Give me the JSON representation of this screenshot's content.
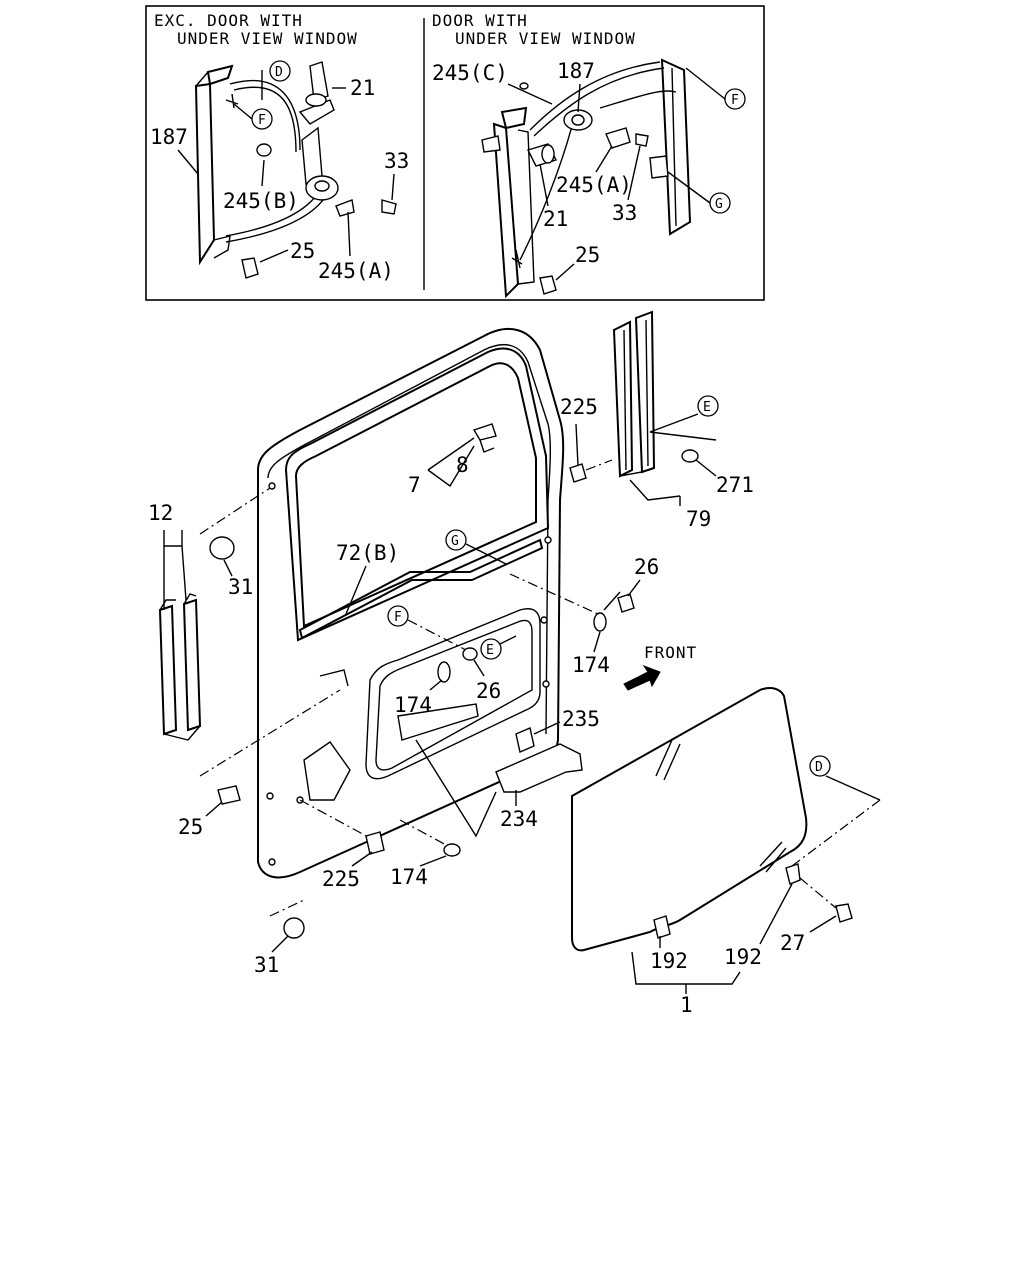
{
  "inset": {
    "left_caption_line1": "EXC. DOOR WITH",
    "left_caption_line2": "UNDER VIEW WINDOW",
    "right_caption_line1": "DOOR WITH",
    "right_caption_line2": "UNDER VIEW WINDOW"
  },
  "labels": {
    "p21": "21",
    "p187": "187",
    "p33": "33",
    "p245b": "245(B)",
    "p25": "25",
    "p245a": "245(A)",
    "p245c": "245(C)",
    "p1": "1",
    "p7": "7",
    "p8": "8",
    "p12": "12",
    "p26": "26",
    "p27": "27",
    "p31": "31",
    "p72b": "72(B)",
    "p79": "79",
    "p174": "174",
    "p192": "192",
    "p225": "225",
    "p234": "234",
    "p235": "235",
    "p271": "271"
  },
  "markers": {
    "D": "D",
    "E": "E",
    "F": "F",
    "G": "G"
  },
  "direction": {
    "front": "FRONT"
  }
}
